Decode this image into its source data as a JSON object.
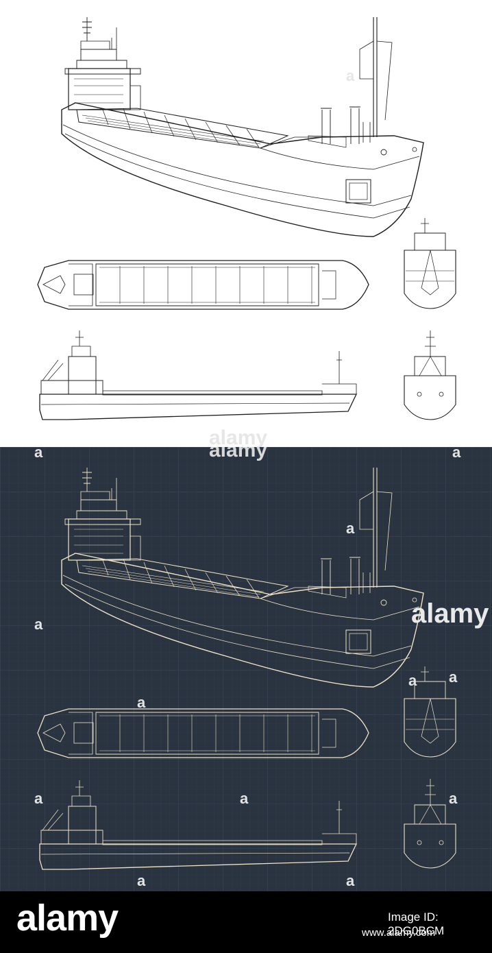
{
  "watermark": {
    "text": "alamy",
    "footer_logo": "alamy",
    "image_id_label": "Image ID: 2DG0BCM",
    "url": "www.alamy.com"
  },
  "colors": {
    "paper": "#ffffff",
    "blueprint": "#2a3340",
    "blueprint_grid": "#3a4656",
    "line_dark": "#1d1d1d",
    "line_light": "#f1e4c6",
    "footer": "#000000"
  },
  "icons": [
    "alamy-logo-mark"
  ]
}
